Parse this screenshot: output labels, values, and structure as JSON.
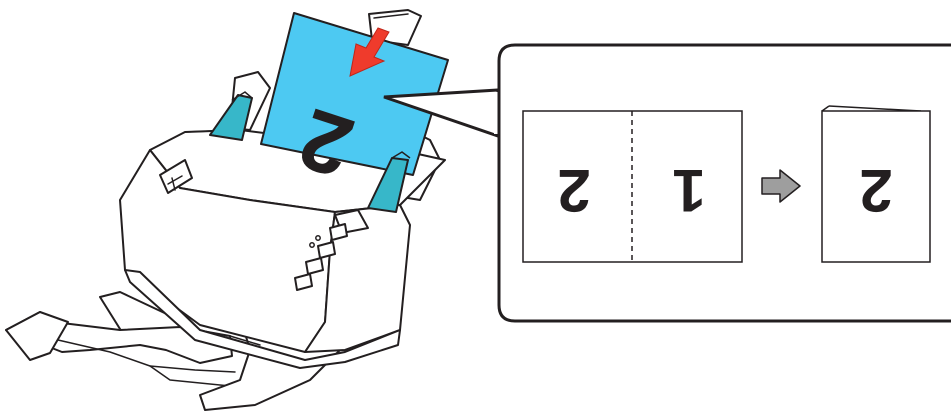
{
  "figure": {
    "main_sheet_number": "2",
    "folded_halves": [
      "2",
      "1"
    ],
    "folded_result_number": "2"
  },
  "colors": {
    "paper_blue": "#4dc9f2",
    "guide_teal": "#37b7c9",
    "arrow_red": "#ef3b2c",
    "arrow_gray": "#9e9e9e",
    "outline": "#231f20"
  },
  "icons": {
    "load_arrow": "arrow-down-icon",
    "fold_arrow": "arrow-right-icon"
  }
}
